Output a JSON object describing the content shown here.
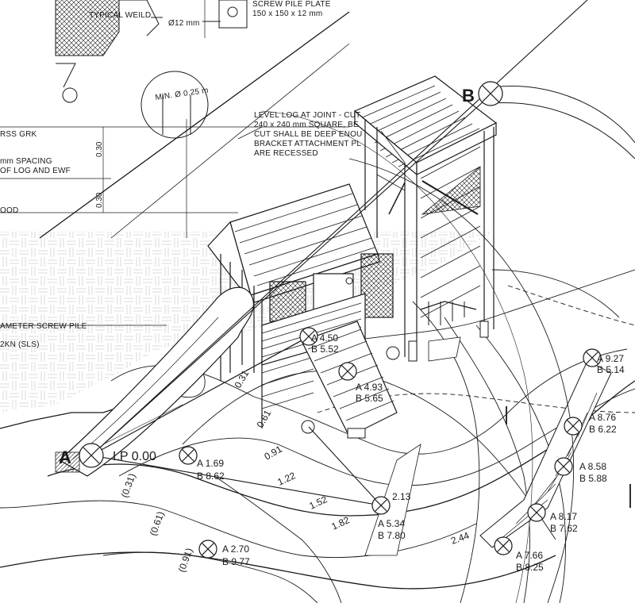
{
  "notes": {
    "typical_weld": "TYPICAL WEILD",
    "screw_pile_plate": "SCREW PILE PLATE",
    "plate_size": "150 x 150 x 12 mm",
    "rod_diameter": "Ø12 mm",
    "min_diameter": "MIN. Ø 0.25 m",
    "level_log_1": "LEVEL LOG AT JOINT - CUT",
    "level_log_2": "240 x 240 mm SQUARE, BE",
    "level_log_3": "CUT SHALL BE DEEP ENOU",
    "level_log_4": "BRACKET ATTACHMENT PL",
    "level_log_5": "ARE RECESSED",
    "grk": "RSS GRK",
    "spacing_1": "mm SPACING",
    "spacing_2": "OF LOG AND EWF",
    "wood": "OOD",
    "screw_pile_dia": "AMETER SCREW PILE",
    "kn_sls": "2KN (SLS)"
  },
  "dimensions": {
    "d1": "0.30",
    "d2": "0.30"
  },
  "reference_points": {
    "a_label": "A",
    "b_label": "B",
    "lp": "LP 0.00"
  },
  "contours": [
    "0.31",
    "0.61",
    "0.91",
    "1.22",
    "1.52",
    "1.82",
    "2.13",
    "2.44"
  ],
  "bracketed_levels": [
    "(0.31)",
    "(0.61)",
    "(0.91)"
  ],
  "survey_points": [
    {
      "a": "A 4.50",
      "b": "B 5.52"
    },
    {
      "a": "A 4.93",
      "b": "B 5.65"
    },
    {
      "a": "A 1.69",
      "b": "B 8.62"
    },
    {
      "a": "A 2.70",
      "b": "B 9.77"
    },
    {
      "a": "A 5.34",
      "b": "B 7.80"
    },
    {
      "a": "A 9.27",
      "b": "B 5.14"
    },
    {
      "a": "A 8.76",
      "b": "B 6.22"
    },
    {
      "a": "A 8.58",
      "b": "B 5.88"
    },
    {
      "a": "A 8.17",
      "b": "B 7.62"
    },
    {
      "a": "A 7.66",
      "b": "B 8.25"
    }
  ],
  "palette": {
    "ink": "#1a1a1a",
    "pattern": "#cfcfcf",
    "paper": "#ffffff"
  }
}
